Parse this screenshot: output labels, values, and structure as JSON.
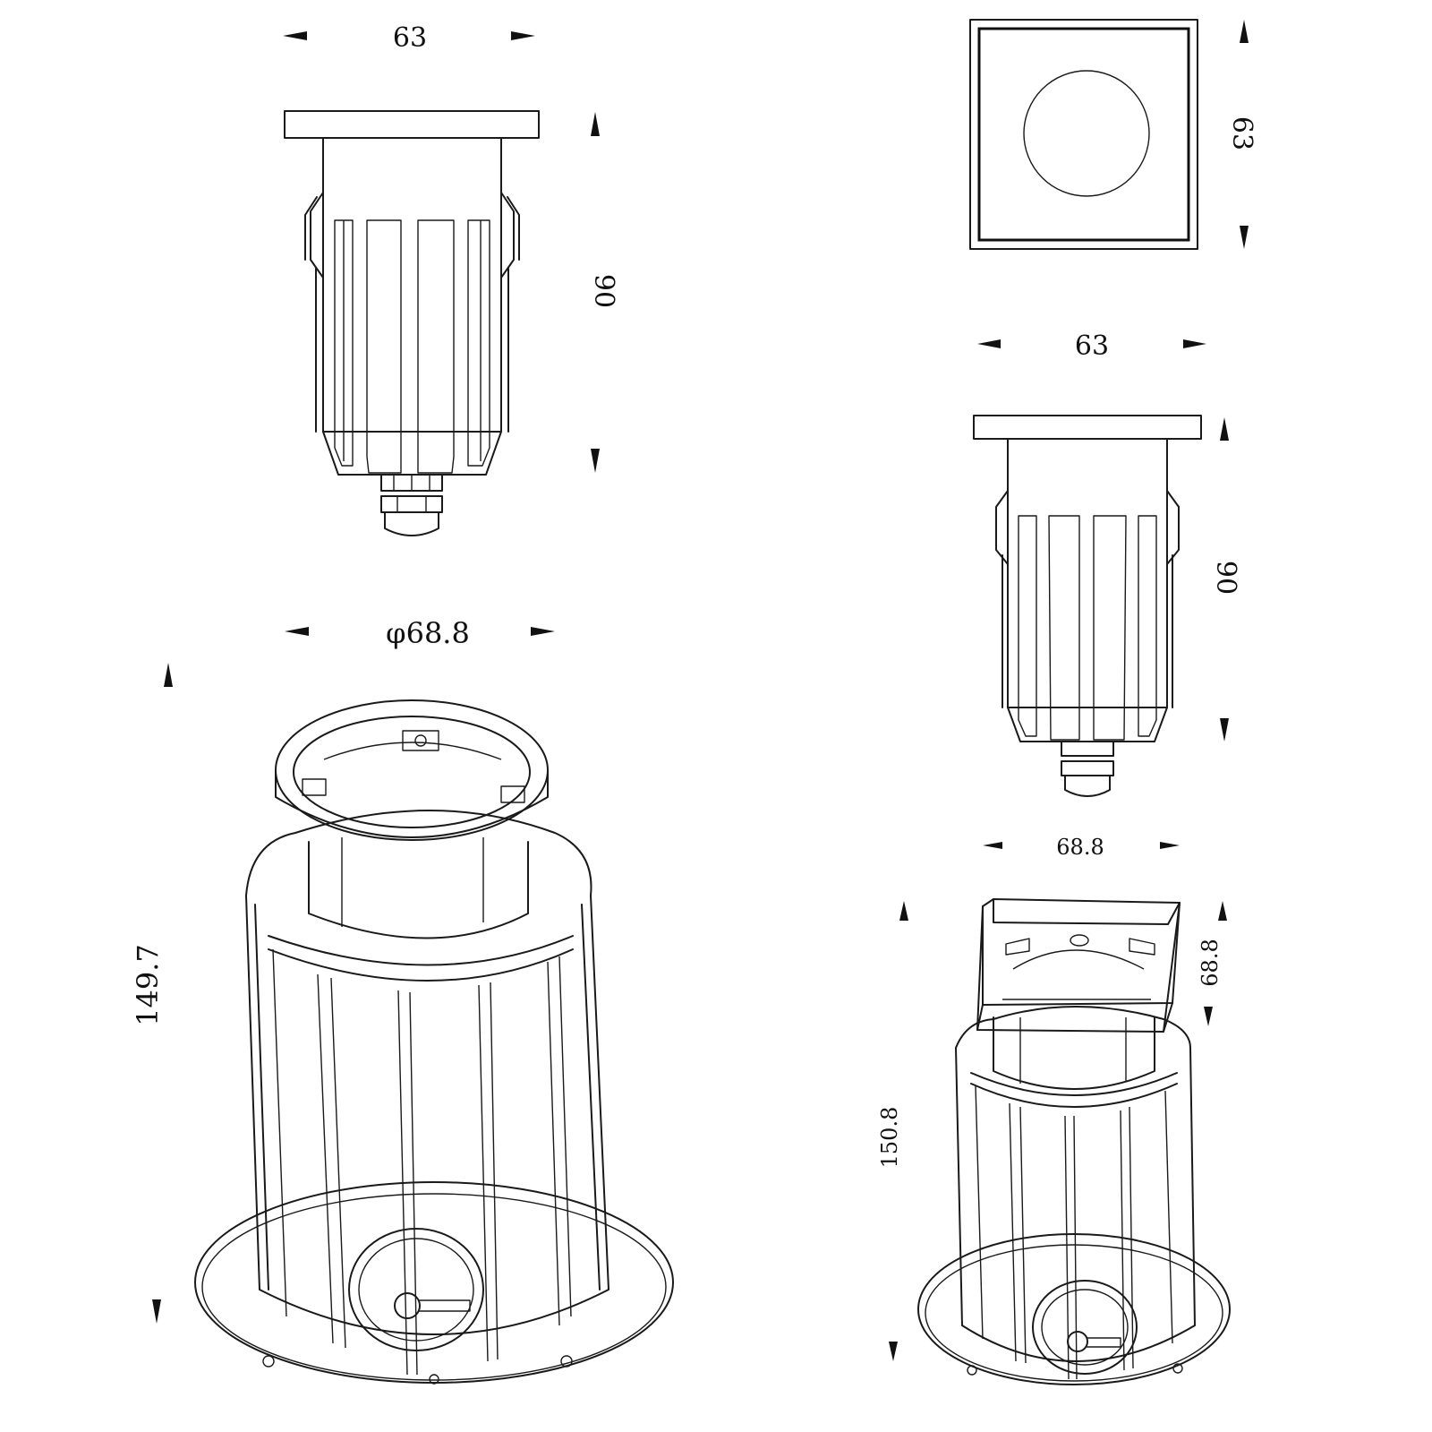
{
  "dimensions": {
    "top_left_width": "63",
    "top_left_height": "90",
    "top_right_square": "63",
    "mid_right_width": "63",
    "mid_right_height": "90",
    "bottom_left_diameter": "φ68.8",
    "bottom_left_height": "149.7",
    "bottom_right_width": "68.8",
    "bottom_right_depth": "68.8",
    "bottom_right_height": "150.8"
  },
  "colors": {
    "line": "#1a1a1a",
    "background": "#ffffff"
  }
}
